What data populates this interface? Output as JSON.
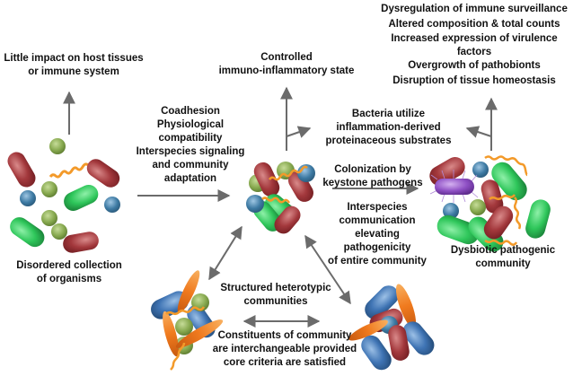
{
  "diagram": {
    "type": "polymicrobial-synergy-dysbiosis-schematic",
    "nodes": {
      "disordered": {
        "label": [
          "Disordered collection",
          "of organisms"
        ],
        "outcome": [
          "Little impact on host tissues",
          "or immune system"
        ]
      },
      "structured": {
        "outcome": [
          "Controlled",
          "immuno-inflammatory state"
        ]
      },
      "dysbiotic": {
        "label": [
          "Dysbiotic pathogenic",
          "community"
        ],
        "outcomes": [
          "Dysregulation of immune surveillance",
          "Altered composition & total counts",
          "Increased expression of virulence",
          "factors",
          "Overgrowth of pathobionts",
          "Disruption of tissue homeostasis"
        ]
      },
      "heterotypic": {
        "label": [
          "Structured heterotypic",
          "communities"
        ],
        "note": [
          "Constituents of community",
          "are interchangeable provided",
          "core criteria are satisfied"
        ]
      }
    },
    "edges": {
      "disordered_to_structured": [
        "Coadhesion",
        "Physiological",
        "compatibility",
        "Interspecies signaling",
        "and community",
        "adaptation"
      ],
      "structured_to_dysbiotic_top": [
        "Colonization by",
        "keystone pathogens"
      ],
      "structured_to_dysbiotic_bottom": [
        "Interspecies",
        "communication",
        "elevating",
        "pathogenicity",
        "of entire community"
      ],
      "feedback": [
        "Bacteria utilize",
        "inflammation-derived",
        "proteinaceous substrates"
      ]
    },
    "colors": {
      "arrow": "#6b6b6b",
      "rod_red": "#a3383c",
      "rod_blue": "#3f74b4",
      "rod_green": "#2ec65a",
      "coccus_green": "#86a84e",
      "coccus_blue": "#3d7aa3",
      "spirochete": "#f39a2a",
      "keystone_purple": "#8e4fc4",
      "fusiform_orange": "#f07a1e"
    }
  }
}
